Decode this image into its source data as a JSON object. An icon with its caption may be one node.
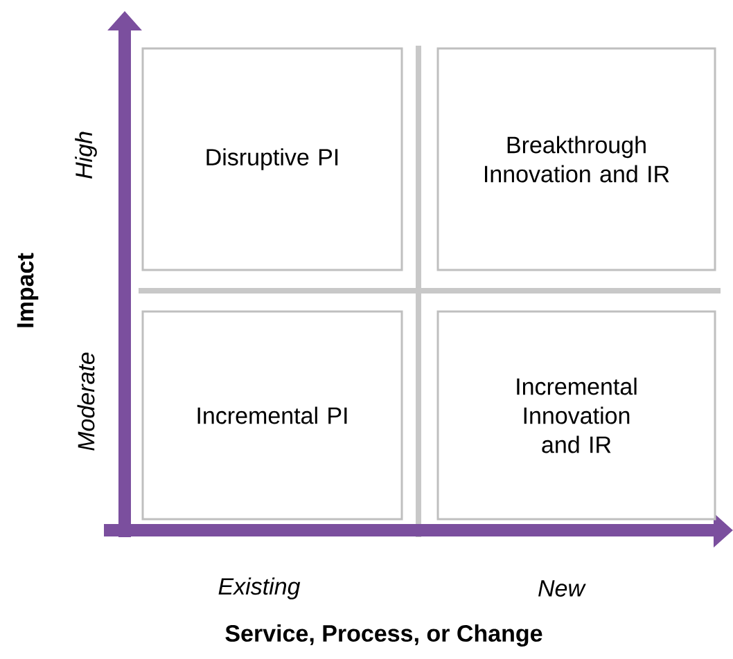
{
  "diagram": {
    "nodes": [
      {
        "text": [
          "Disruptive PI"
        ]
      },
      {
        "text": [
          "Breakthrough Innovation and IR"
        ]
      },
      {
        "text": [
          "Incremental PI"
        ]
      },
      {
        "text": [
          "Incremental Innovation and IR"
        ]
      }
    ],
    "labels": [
      "High",
      "Moderate",
      "Impact",
      "Existing",
      "New",
      "Service, Process, or Change"
    ]
  }
}
